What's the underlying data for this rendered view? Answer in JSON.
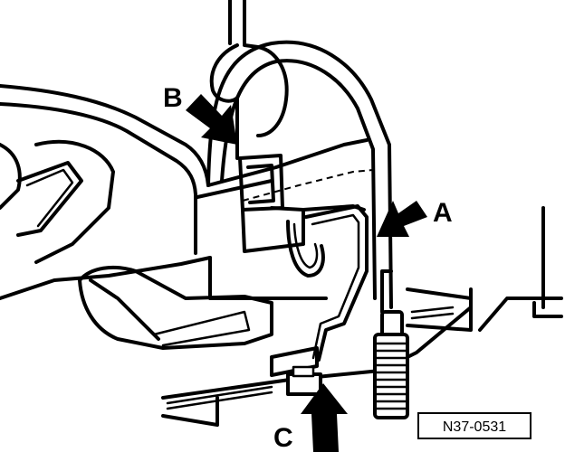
{
  "labels": {
    "a": "A",
    "b": "B",
    "c": "C"
  },
  "figure_ref": "N37-0531",
  "colors": {
    "ink": "#000000",
    "paper": "#ffffff"
  }
}
